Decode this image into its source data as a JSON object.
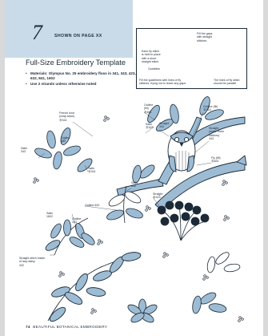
{
  "header": {
    "pattern_number": "7",
    "shown_on": "SHOWN ON PAGE XX",
    "title": "Full-Size Embroidery Template"
  },
  "materials": [
    "Materials: Olympus No. 25 embroidery floss in 341, 343, 423, 632, 841, 1602",
    "Use 2 strands unless otherwise noted"
  ],
  "inset": {
    "fly_stitch_note": "Each fly stitch\nis held in place\nwith a short\nstraight stitch",
    "guideline": "Guideline",
    "fill_gaps": "Fill the gaps\nwith straight\nstitches",
    "fill_guidelines": "Fill the guidelines with lines of fly\nstitches, trying not to leave any gaps",
    "parallel": "The lines of fly stitch\nshould be parallel"
  },
  "labels": [
    "Outline\n(fill)\nⒷ841",
    "Satin\nⒷ423",
    "Straight\n343",
    "Outline (fill)\nⒷ343",
    "Straight\n(make three\nstitches)\n343",
    "Fly (fill)\nⒷ841",
    "French knot\n(wrap twice)\nⒷ341",
    "Outline\n632",
    "Satin\n343",
    "Satin\nⒷ341",
    "Satin\n632",
    "Straight\nⒷ423",
    "Outline 632",
    "Satin\n1602",
    "Outline\n343",
    "Straight stitch inside\nof lazy daisy\n342"
  ],
  "footer": {
    "page_number": "74",
    "book_title": "BEAUTIFUL BOTANICAL EMBROIDERY"
  },
  "colors": {
    "banner": "#c9dbe8",
    "leaf_fill": "#9dbcd4",
    "ink": "#1c2a38"
  }
}
